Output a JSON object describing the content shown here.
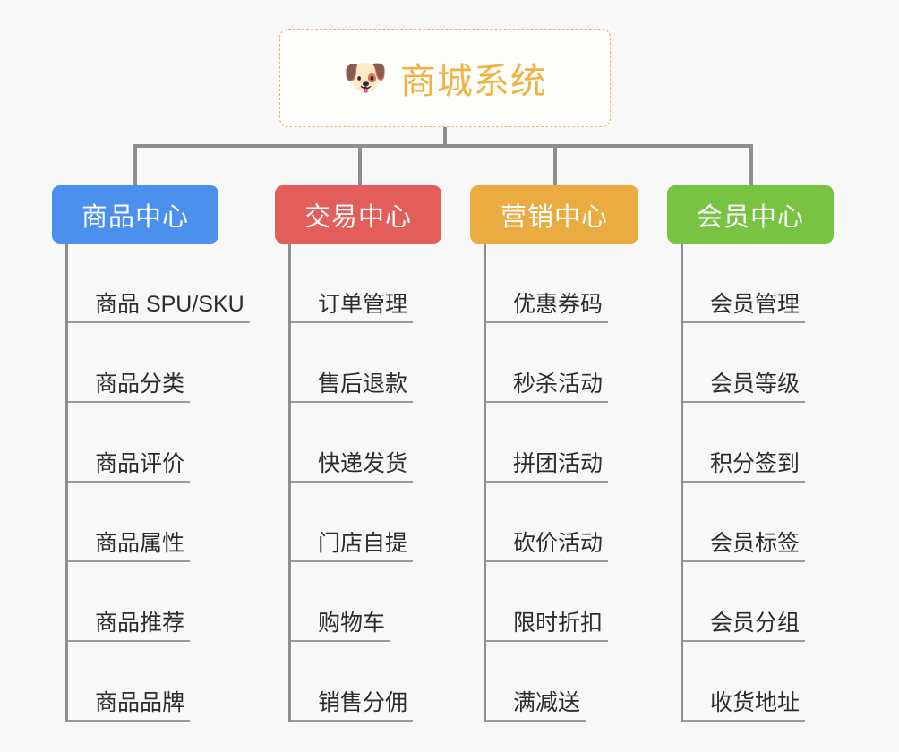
{
  "root": {
    "icon": "shiba-dog-face-emoji",
    "emoji": "🐶",
    "title": "商城系统",
    "color": "#eeb340",
    "border_color": "#e8b960"
  },
  "theme": {
    "background": "#f8f8f8",
    "connector": "#8e8e8e",
    "leaf_line": "#9a9a9a",
    "leaf_text": "#2c2c2c"
  },
  "branches": [
    {
      "label": "商品中心",
      "color": "#4a90ec",
      "leaves": [
        "商品 SPU/SKU",
        "商品分类",
        "商品评价",
        "商品属性",
        "商品推荐",
        "商品品牌"
      ]
    },
    {
      "label": "交易中心",
      "color": "#e35d5b",
      "leaves": [
        "订单管理",
        "售后退款",
        "快递发货",
        "门店自提",
        "购物车",
        "销售分佣"
      ]
    },
    {
      "label": "营销中心",
      "color": "#eaab41",
      "leaves": [
        "优惠券码",
        "秒杀活动",
        "拼团活动",
        "砍价活动",
        "限时折扣",
        "满减送"
      ]
    },
    {
      "label": "会员中心",
      "color": "#78c342",
      "leaves": [
        "会员管理",
        "会员等级",
        "积分签到",
        "会员标签",
        "会员分组",
        "收货地址"
      ]
    }
  ]
}
